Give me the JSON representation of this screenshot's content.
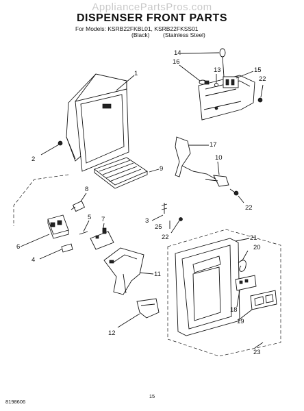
{
  "watermark": "AppliancePartsPros.com",
  "title": "DISPENSER FRONT PARTS",
  "models_line": "For Models: KSRB22FKBL01, KSRB22FKSS01",
  "variants": {
    "black": "(Black)",
    "stainless": "(Stainless Steel)"
  },
  "callouts": {
    "c1": "1",
    "c2": "2",
    "c3": "3",
    "c4": "4",
    "c5": "5",
    "c6": "6",
    "c7": "7",
    "c8": "8",
    "c9": "9",
    "c10": "10",
    "c11": "11",
    "c12": "12",
    "c13": "13",
    "c14": "14",
    "c15": "15",
    "c16": "16",
    "c17": "17",
    "c18": "18",
    "c19": "19",
    "c20": "20",
    "c21": "21",
    "c22a": "22",
    "c22b": "22",
    "c22c": "22",
    "c23": "23",
    "c25": "25"
  },
  "footer": {
    "doc_number": "8198606",
    "page": "15"
  }
}
